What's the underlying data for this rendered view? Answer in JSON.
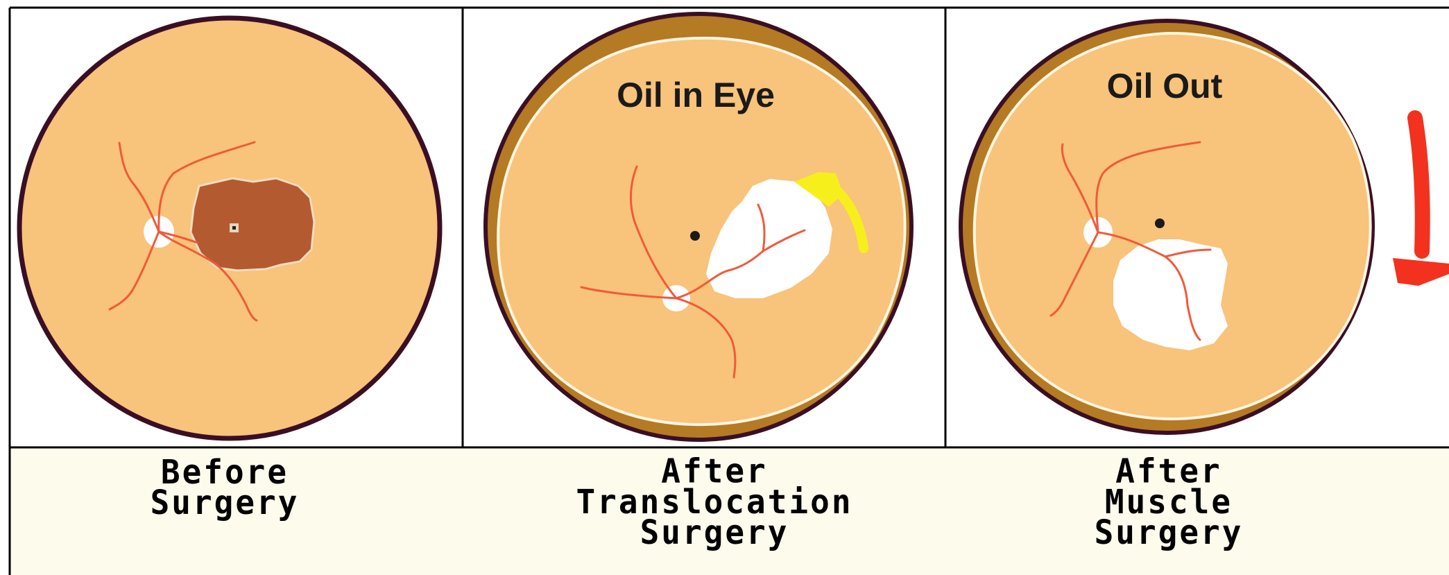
{
  "panels": [
    {
      "id": "before",
      "caption_lines": [
        "Before",
        "Surgery"
      ]
    },
    {
      "id": "after-translocation",
      "label": "Oil in Eye",
      "caption_lines": [
        "After",
        "Translocation",
        "Surgery"
      ]
    },
    {
      "id": "after-muscle",
      "label": "Oil Out",
      "caption_lines": [
        "After",
        "Muscle",
        "Surgery"
      ]
    }
  ],
  "colors": {
    "fundus": "#f8c37a",
    "rim_outline": "#3a0f24",
    "brown_rim": "#b57a24",
    "lesion": "#b45a30",
    "vessel": "#f05a3a",
    "scar": "#ffffff",
    "caption_bg": "#fdfbec",
    "arrow_yellow": "#f7ef1c",
    "arrow_red": "#f2321e"
  }
}
